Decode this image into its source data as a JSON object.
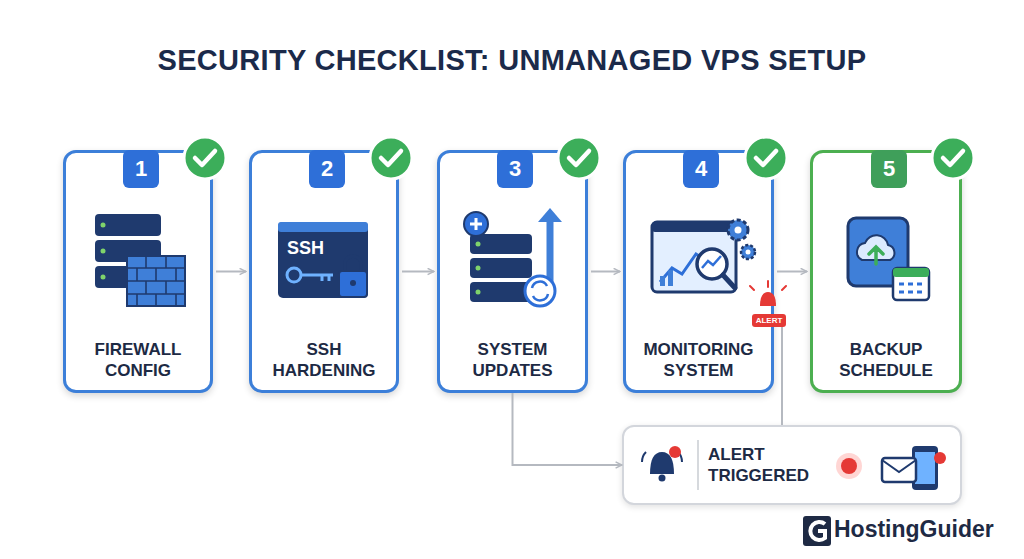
{
  "diagram": {
    "title": "SECURITY CHECKLIST: UNMANAGED VPS SETUP",
    "nodes": [
      {
        "text": [
          "FIREWALL CONFIG"
        ]
      },
      {
        "text": [
          "1"
        ],
        "in": 0
      },
      {
        "text": [
          "SSH HARDENING"
        ]
      },
      {
        "text": [
          "2"
        ],
        "in": 2
      },
      {
        "text": [
          "SYSTEM UPDATES"
        ]
      },
      {
        "text": [
          "3"
        ],
        "in": 4
      },
      {
        "text": [
          "MONITORING SYSTEM"
        ]
      },
      {
        "text": [
          "4"
        ],
        "in": 6
      },
      {
        "text": [
          "ALERT"
        ],
        "in": 6
      },
      {
        "text": [
          "BACKUP SCHEDULE"
        ]
      },
      {
        "text": [
          "5"
        ],
        "in": 9
      },
      {
        "text": [
          "ALERT TRIGGERED"
        ]
      }
    ],
    "edges": [
      {
        "from": 0,
        "to": 2,
        "arrow": "to"
      },
      {
        "from": 2,
        "to": 4,
        "arrow": "to"
      },
      {
        "from": 4,
        "to": 6,
        "arrow": "to"
      },
      {
        "from": 6,
        "to": 9,
        "arrow": "to"
      },
      {
        "from": 4,
        "to": 11,
        "arrow": "to"
      },
      {
        "from": 8,
        "to": 11,
        "arrow": "none"
      }
    ],
    "labels": [
      "SSH",
      "HostingGuider"
    ]
  }
}
